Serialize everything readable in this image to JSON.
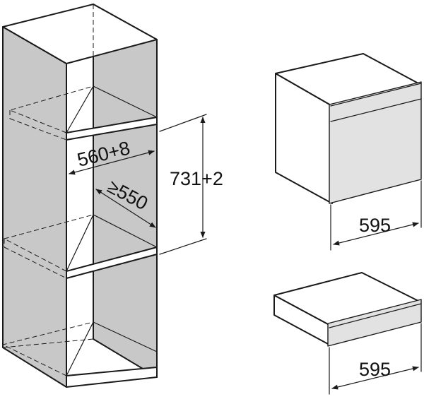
{
  "dimensions": {
    "niche_width": "560+8",
    "niche_depth": "≥550",
    "niche_height": "731+2",
    "oven_width": "595",
    "drawer_width": "595"
  }
}
